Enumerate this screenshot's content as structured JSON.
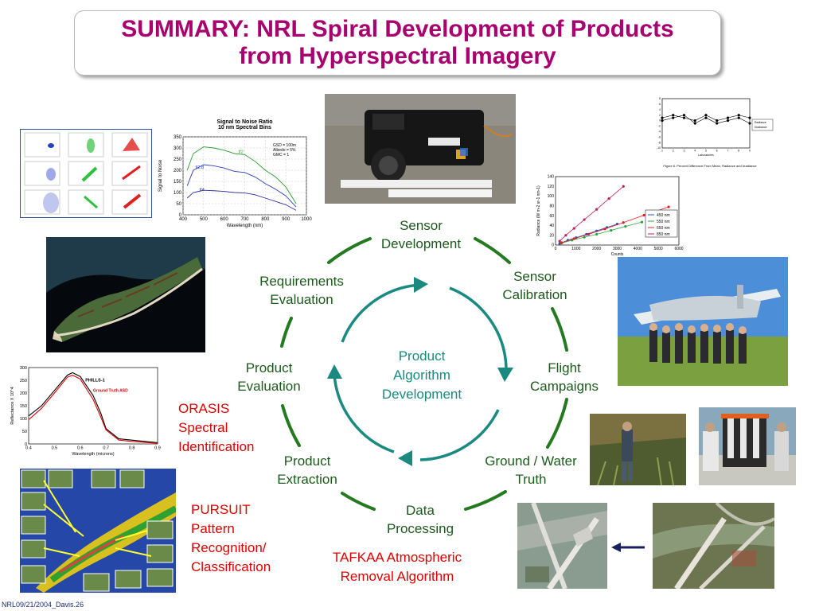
{
  "title": {
    "line1": "SUMMARY: NRL Spiral Development of Products",
    "line2": "from Hyperspectral Imagery"
  },
  "cycle": {
    "sensor_development": [
      "Sensor",
      "Development"
    ],
    "sensor_calibration": [
      "Sensor",
      "Calibration"
    ],
    "flight_campaigns": [
      "Flight",
      "Campaigns"
    ],
    "ground_water_truth": [
      "Ground / Water",
      "Truth"
    ],
    "data_processing": [
      "Data",
      "Processing"
    ],
    "product_extraction": [
      "Product",
      "Extraction"
    ],
    "product_evaluation": [
      "Product",
      "Evaluation"
    ],
    "requirements_evaluation": [
      "Requirements",
      "Evaluation"
    ],
    "center": [
      "Product",
      "Algorithm",
      "Development"
    ]
  },
  "products": {
    "orasis": [
      "ORASIS",
      "Spectral",
      "Identification"
    ],
    "pursuit": [
      "PURSUIT",
      "Pattern",
      "Recognition/",
      "Classification"
    ],
    "tafkaa": [
      "TAFKAA Atmospheric",
      "Removal Algorithm"
    ]
  },
  "footer": "NRL09/21/2004_Davis.26",
  "colors": {
    "title": "#a8006e",
    "outer_cycle": "#237a1f",
    "inner_cycle": "#1a8a80",
    "product_labels": "#e00000"
  },
  "chart_data": [
    {
      "type": "line",
      "title": "Signal to Noise Ratio\n10 nm Spectral Bins",
      "xlabel": "Wavelength (nm)",
      "ylabel": "Signal to Noise",
      "xlim": [
        400,
        1000
      ],
      "ylim": [
        0,
        350
      ],
      "xticks": [
        400,
        500,
        600,
        700,
        800,
        900,
        1000
      ],
      "yticks": [
        0,
        50,
        100,
        150,
        200,
        250,
        300,
        350
      ],
      "annotation": [
        "GSD = 100m",
        "Albedo = 5%",
        "GMC = 1"
      ],
      "series": [
        {
          "name": "f/2",
          "color": "#2a9a2a",
          "x": [
            420,
            450,
            500,
            550,
            600,
            650,
            700,
            750,
            800,
            850,
            900,
            950
          ],
          "y": [
            200,
            275,
            305,
            300,
            290,
            275,
            270,
            240,
            200,
            170,
            125,
            50
          ]
        },
        {
          "name": "f/2.8",
          "color": "#2a40c0",
          "x": [
            420,
            450,
            500,
            550,
            600,
            650,
            700,
            750,
            800,
            850,
            900,
            950
          ],
          "y": [
            130,
            200,
            225,
            220,
            210,
            195,
            190,
            170,
            140,
            115,
            85,
            35
          ]
        },
        {
          "name": "f/4",
          "color": "#3030a0",
          "x": [
            420,
            450,
            500,
            550,
            600,
            650,
            700,
            750,
            800,
            850,
            900,
            950
          ],
          "y": [
            75,
            100,
            110,
            108,
            105,
            100,
            98,
            90,
            75,
            60,
            45,
            20
          ]
        }
      ]
    },
    {
      "type": "scatter",
      "xlabel": "Counts",
      "ylabel": "Radiance (W m-2 sr-1 nm-1)",
      "xlim": [
        0,
        6000
      ],
      "ylim": [
        0,
        140
      ],
      "xticks": [
        0,
        1000,
        2000,
        3000,
        4000,
        5000,
        6000
      ],
      "yticks": [
        0,
        20,
        40,
        60,
        80,
        100,
        120,
        140
      ],
      "series": [
        {
          "name": "450 nm",
          "color": "#3050c0",
          "x": [
            200,
            600,
            1000,
            1500,
            2000,
            2500,
            3000
          ],
          "y": [
            3,
            10,
            15,
            22,
            29,
            36,
            43
          ]
        },
        {
          "name": "550 nm",
          "color": "#30a040",
          "x": [
            300,
            800,
            1400,
            2000,
            2700,
            3400,
            4200
          ],
          "y": [
            4,
            10,
            16,
            22,
            30,
            38,
            47
          ]
        },
        {
          "name": "650 nm",
          "color": "#e02020",
          "x": [
            300,
            900,
            1600,
            2400,
            3300,
            4300,
            5500
          ],
          "y": [
            5,
            13,
            22,
            33,
            46,
            61,
            78
          ]
        },
        {
          "name": "850 nm",
          "color": "#c02060",
          "x": [
            200,
            500,
            900,
            1400,
            2000,
            2600,
            3300
          ],
          "y": [
            8,
            20,
            34,
            52,
            73,
            95,
            120
          ]
        }
      ]
    },
    {
      "type": "line",
      "xlabel": "Wavelength (microns)",
      "ylabel": "Reflectance X 10^4",
      "xlim": [
        0.4,
        0.9
      ],
      "ylim": [
        0,
        300
      ],
      "xticks": [
        0.4,
        0.5,
        0.6,
        0.7,
        0.8,
        0.9
      ],
      "yticks": [
        0,
        50,
        100,
        150,
        200,
        250,
        300
      ],
      "series": [
        {
          "name": "PHILLS-1",
          "color": "#000000",
          "x": [
            0.4,
            0.45,
            0.5,
            0.55,
            0.57,
            0.6,
            0.65,
            0.68,
            0.7,
            0.75,
            0.8,
            0.85,
            0.9
          ],
          "y": [
            110,
            150,
            210,
            270,
            280,
            265,
            190,
            120,
            60,
            20,
            15,
            10,
            5
          ]
        },
        {
          "name": "Ground Truth ASD",
          "color": "#e00000",
          "x": [
            0.4,
            0.45,
            0.5,
            0.55,
            0.57,
            0.6,
            0.65,
            0.68,
            0.7,
            0.75,
            0.8,
            0.85,
            0.9
          ],
          "y": [
            95,
            140,
            200,
            262,
            270,
            255,
            175,
            105,
            55,
            15,
            10,
            6,
            3
          ]
        }
      ]
    },
    {
      "type": "line",
      "xlabel": "Laboratories",
      "xlim": [
        1,
        9
      ],
      "ylim": [
        -10,
        8
      ],
      "xticks": [
        1,
        2,
        3,
        4,
        5,
        6,
        7,
        8,
        9
      ],
      "yticks": [
        8,
        6,
        4,
        2,
        0,
        -2,
        -4,
        -6,
        -8,
        -10
      ],
      "series": [
        {
          "name": "Radiance",
          "color": "#000000",
          "x": [
            1,
            2,
            3,
            4,
            5,
            6,
            7,
            8,
            9
          ],
          "y": [
            1.0,
            2.0,
            1.0,
            0.0,
            2.0,
            0.0,
            1.0,
            2.0,
            1.0
          ]
        },
        {
          "name": "Irradiance",
          "color": "#000000",
          "x": [
            1,
            2,
            3,
            4,
            5,
            6,
            7,
            8,
            9
          ],
          "y": [
            0.0,
            1.0,
            2.0,
            -1.0,
            1.0,
            -1.0,
            0.0,
            1.0,
            -1.0
          ]
        }
      ],
      "caption": "Figure 6. Percent Difference From Mean, Radiance and Irradiance"
    }
  ]
}
